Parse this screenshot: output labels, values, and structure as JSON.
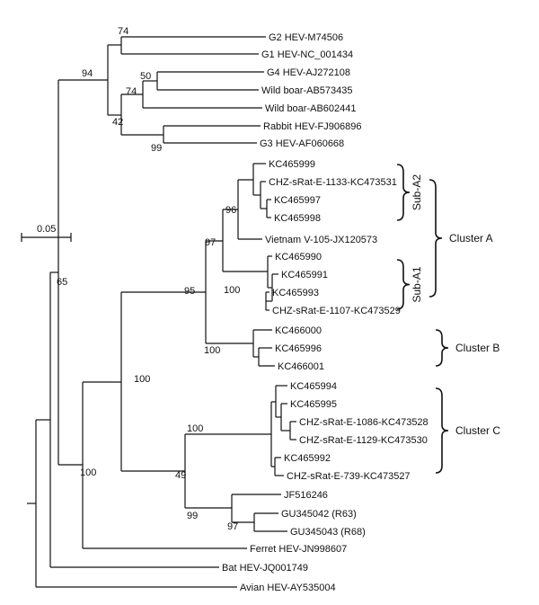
{
  "scale_bar": {
    "label": "0.05"
  },
  "leaves": [
    {
      "id": "l_g2",
      "label": "G2 HEV-M74506"
    },
    {
      "id": "l_g1",
      "label": "G1 HEV-NC_001434"
    },
    {
      "id": "l_g4",
      "label": "G4 HEV-AJ272108"
    },
    {
      "id": "l_wb1",
      "label": "Wild boar-AB573435"
    },
    {
      "id": "l_wb2",
      "label": "Wild boar-AB602441"
    },
    {
      "id": "l_rab",
      "label": "Rabbit HEV-FJ906896"
    },
    {
      "id": "l_g3",
      "label": "G3 HEV-AF060668"
    },
    {
      "id": "l_999",
      "label": "KC465999"
    },
    {
      "id": "l_1133",
      "label": "CHZ-sRat-E-1133-KC473531"
    },
    {
      "id": "l_997",
      "label": "KC465997"
    },
    {
      "id": "l_998",
      "label": "KC465998"
    },
    {
      "id": "l_viet",
      "label": "Vietnam V-105-JX120573"
    },
    {
      "id": "l_990",
      "label": "KC465990"
    },
    {
      "id": "l_991",
      "label": "KC465991"
    },
    {
      "id": "l_993",
      "label": "KC465993"
    },
    {
      "id": "l_1107",
      "label": "CHZ-sRat-E-1107-KC473529"
    },
    {
      "id": "l_000",
      "label": "KC466000"
    },
    {
      "id": "l_996",
      "label": "KC465996"
    },
    {
      "id": "l_001",
      "label": "KC466001"
    },
    {
      "id": "l_994",
      "label": "KC465994"
    },
    {
      "id": "l_995",
      "label": "KC465995"
    },
    {
      "id": "l_1086",
      "label": "CHZ-sRat-E-1086-KC473528"
    },
    {
      "id": "l_1129",
      "label": "CHZ-sRat-E-1129-KC473530"
    },
    {
      "id": "l_992",
      "label": "KC465992"
    },
    {
      "id": "l_739",
      "label": "CHZ-sRat-E-739-KC473527"
    },
    {
      "id": "l_jf",
      "label": "JF516246"
    },
    {
      "id": "l_r63",
      "label": "GU345042  (R63)"
    },
    {
      "id": "l_r68",
      "label": "GU345043  (R68)"
    },
    {
      "id": "l_fer",
      "label": "Ferret HEV-JN998607"
    },
    {
      "id": "l_bat",
      "label": "Bat HEV-JQ001749"
    },
    {
      "id": "l_avi",
      "label": "Avian HEV-AY535004"
    }
  ],
  "bootstrap": [
    {
      "id": "b_74a",
      "value": "74"
    },
    {
      "id": "b_94",
      "value": "94"
    },
    {
      "id": "b_50",
      "value": "50"
    },
    {
      "id": "b_74b",
      "value": "74"
    },
    {
      "id": "b_42",
      "value": "42"
    },
    {
      "id": "b_99a",
      "value": "99"
    },
    {
      "id": "b_96",
      "value": "96"
    },
    {
      "id": "b_97a",
      "value": "97"
    },
    {
      "id": "b_100a",
      "value": "100"
    },
    {
      "id": "b_95",
      "value": "95"
    },
    {
      "id": "b_100b",
      "value": "100"
    },
    {
      "id": "b_65",
      "value": "65"
    },
    {
      "id": "b_100c",
      "value": "100"
    },
    {
      "id": "b_100d",
      "value": "100"
    },
    {
      "id": "b_49",
      "value": "49"
    },
    {
      "id": "b_99b",
      "value": "99"
    },
    {
      "id": "b_97b",
      "value": "97"
    },
    {
      "id": "b_100e",
      "value": "100"
    }
  ],
  "clusters": [
    {
      "id": "c_suba2",
      "label": "Sub-A2"
    },
    {
      "id": "c_suba1",
      "label": "Sub-A1"
    },
    {
      "id": "c_a",
      "label": "Cluster A"
    },
    {
      "id": "c_b",
      "label": "Cluster B"
    },
    {
      "id": "c_c",
      "label": "Cluster C"
    }
  ]
}
